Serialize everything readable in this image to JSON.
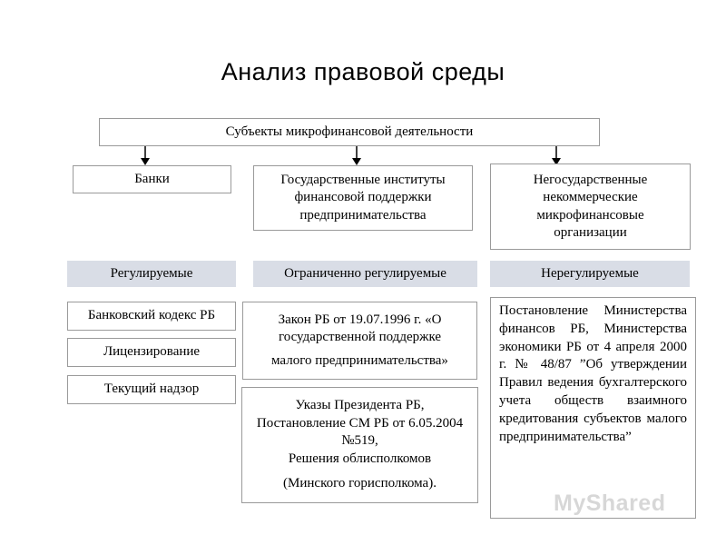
{
  "title": "Анализ правовой среды",
  "top_box": "Субъекты микрофинансовой деятельности",
  "categories": [
    "Банки",
    "Государственные институты финансовой поддержки предпринимательства",
    "Негосударственные некоммерческие микрофинансовые организации"
  ],
  "bands": [
    "Регулируемые",
    "Ограниченно регулируемые",
    "Нерегулируемые"
  ],
  "left_items": [
    "Банковский кодекс РБ",
    "Лицензирование",
    "Текущий надзор"
  ],
  "middle_law": {
    "line1": "Закон РБ от 19.07.1996 г. «О государственной поддержке",
    "line2": "малого предпринимательства»"
  },
  "middle_decrees": {
    "line1": "Указы Президента РБ, Постановление СМ РБ от 6.05.2004 №519,",
    "line2": "Решения облисполкомов",
    "line3": "(Минского горисполкома)."
  },
  "right_text": "Постановление Министерства финансов РБ, Министерства экономики РБ от 4 апреля 2000 г. № 48/87 ”Об утверждении Правил ведения бухгалтерского учета обществ взаимного кредитования субъектов малого предпринимательства”",
  "watermark": "MyShared"
}
